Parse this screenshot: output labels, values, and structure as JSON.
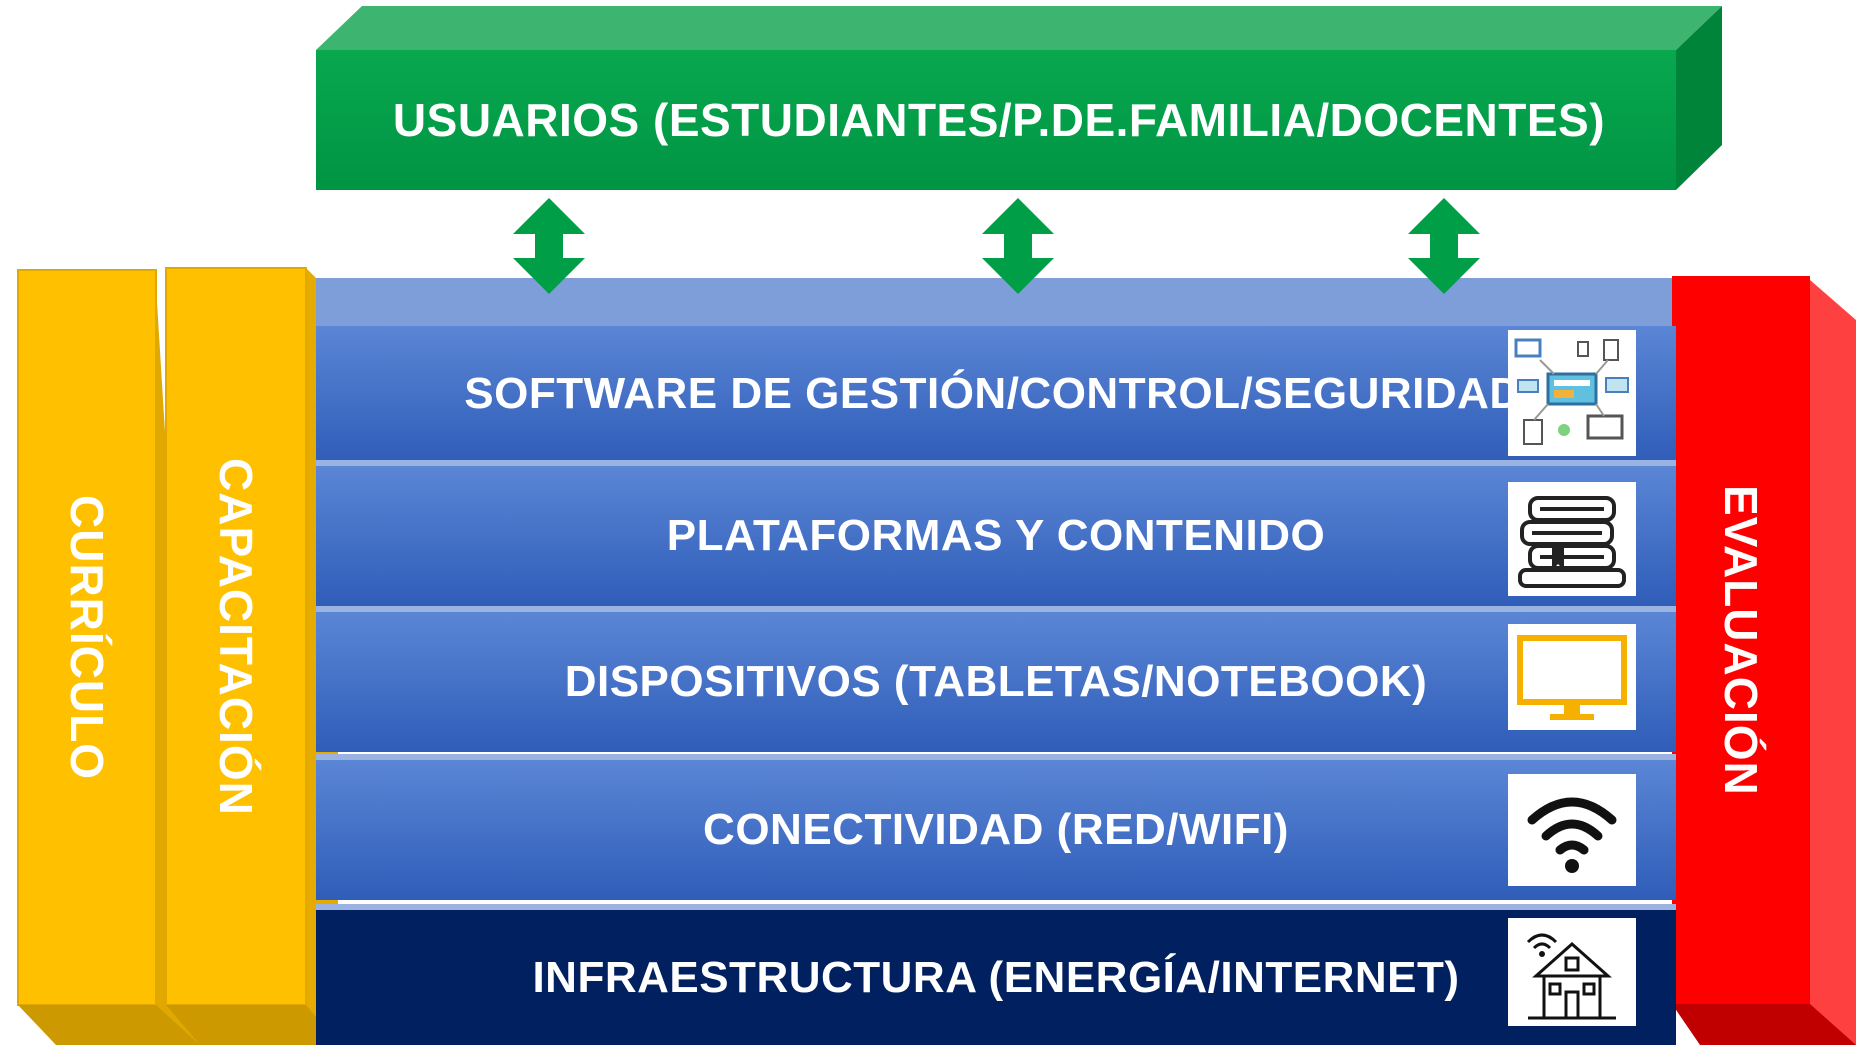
{
  "top_bar": {
    "label": "USUARIOS (ESTUDIANTES/P.DE.FAMILIA/DOCENTES)",
    "color": "#00A04A"
  },
  "layers": [
    {
      "label": "SOFTWARE DE GESTIÓN/CONTROL/SEGURIDAD",
      "icon": "software-network-icon",
      "color": "#4472C4"
    },
    {
      "label": "PLATAFORMAS Y CONTENIDO",
      "icon": "books-icon",
      "color": "#4472C4"
    },
    {
      "label": "DISPOSITIVOS (TABLETAS/NOTEBOOK)",
      "icon": "monitor-icon",
      "color": "#4472C4"
    },
    {
      "label": "CONECTIVIDAD (RED/WIFI)",
      "icon": "wifi-icon",
      "color": "#4472C4"
    },
    {
      "label": "INFRAESTRUCTURA (ENERGÍA/INTERNET)",
      "icon": "house-wifi-icon",
      "color": "#002060"
    }
  ],
  "left_pillars": [
    {
      "label": "CURRÍCULO",
      "color": "#FFC000"
    },
    {
      "label": "CAPACITACIÓN",
      "color": "#FFC000"
    }
  ],
  "right_pillar": {
    "label": "EVALUACIÓN",
    "color": "#FF0000"
  },
  "arrows": {
    "count": 3,
    "color": "#009E47"
  }
}
